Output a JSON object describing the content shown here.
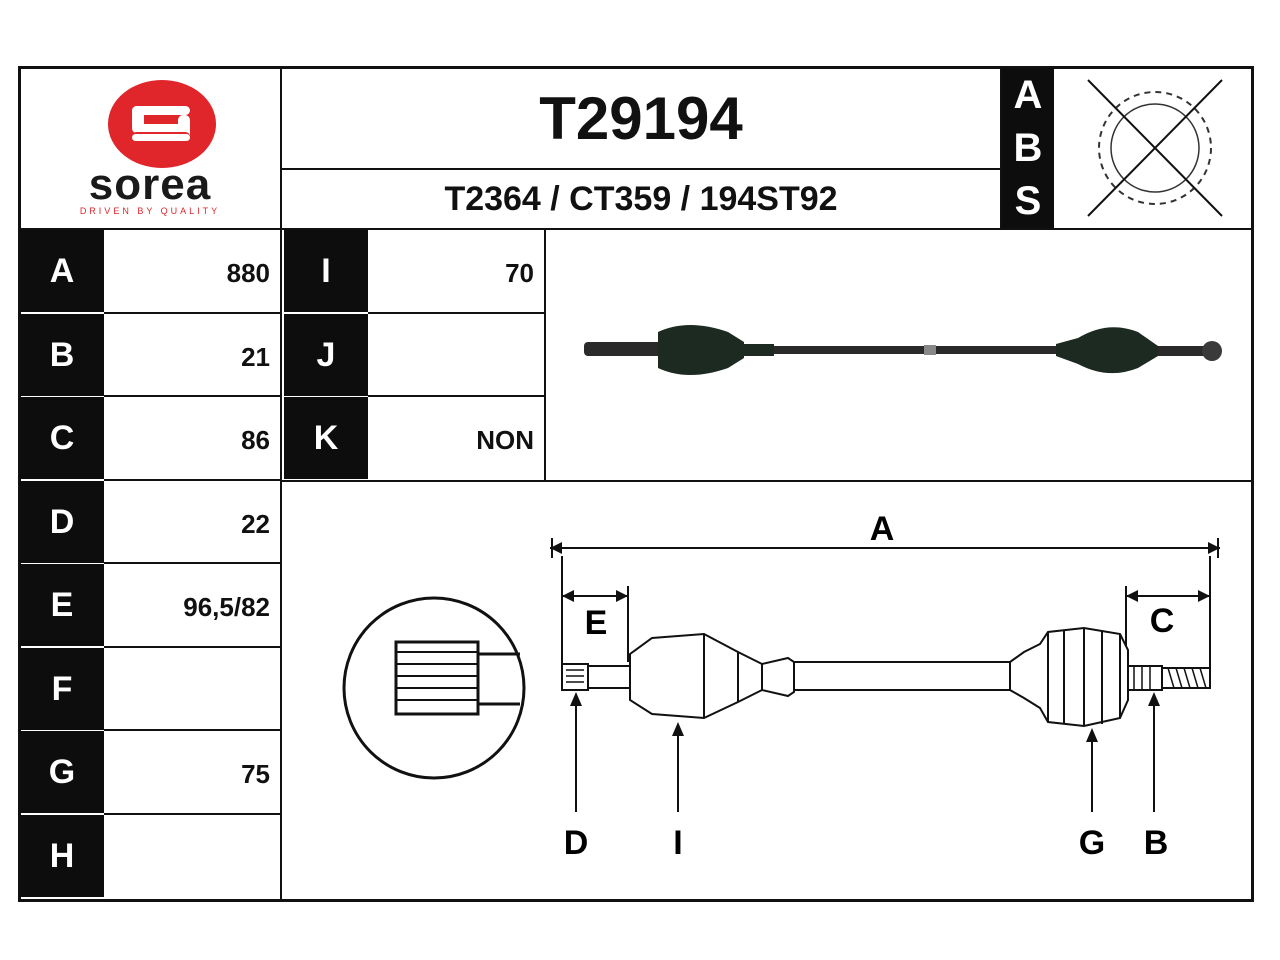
{
  "brand": {
    "name": "sorea",
    "tagline": "DRIVEN BY QUALITY",
    "colors": {
      "logo_red": "#e0252b",
      "logo_text": "#1a1a1a"
    }
  },
  "header": {
    "part_number": "T29194",
    "cross_refs": "T2364 / CT359 / 194ST92"
  },
  "abs": {
    "letters": [
      "A",
      "B",
      "S"
    ],
    "icon": "abs-ring-crossed-icon"
  },
  "specs_left": [
    {
      "key": "A",
      "value": "880"
    },
    {
      "key": "B",
      "value": "21"
    },
    {
      "key": "C",
      "value": "86"
    },
    {
      "key": "D",
      "value": "22"
    },
    {
      "key": "E",
      "value": "96,5/82"
    },
    {
      "key": "F",
      "value": ""
    },
    {
      "key": "G",
      "value": "75"
    },
    {
      "key": "H",
      "value": ""
    }
  ],
  "specs_mid": [
    {
      "key": "I",
      "value": "70"
    },
    {
      "key": "J",
      "value": ""
    },
    {
      "key": "K",
      "value": "NON"
    }
  ],
  "diagram": {
    "labels": {
      "A": "A",
      "B": "B",
      "C": "C",
      "D": "D",
      "E": "E",
      "G": "G",
      "I": "I"
    }
  }
}
